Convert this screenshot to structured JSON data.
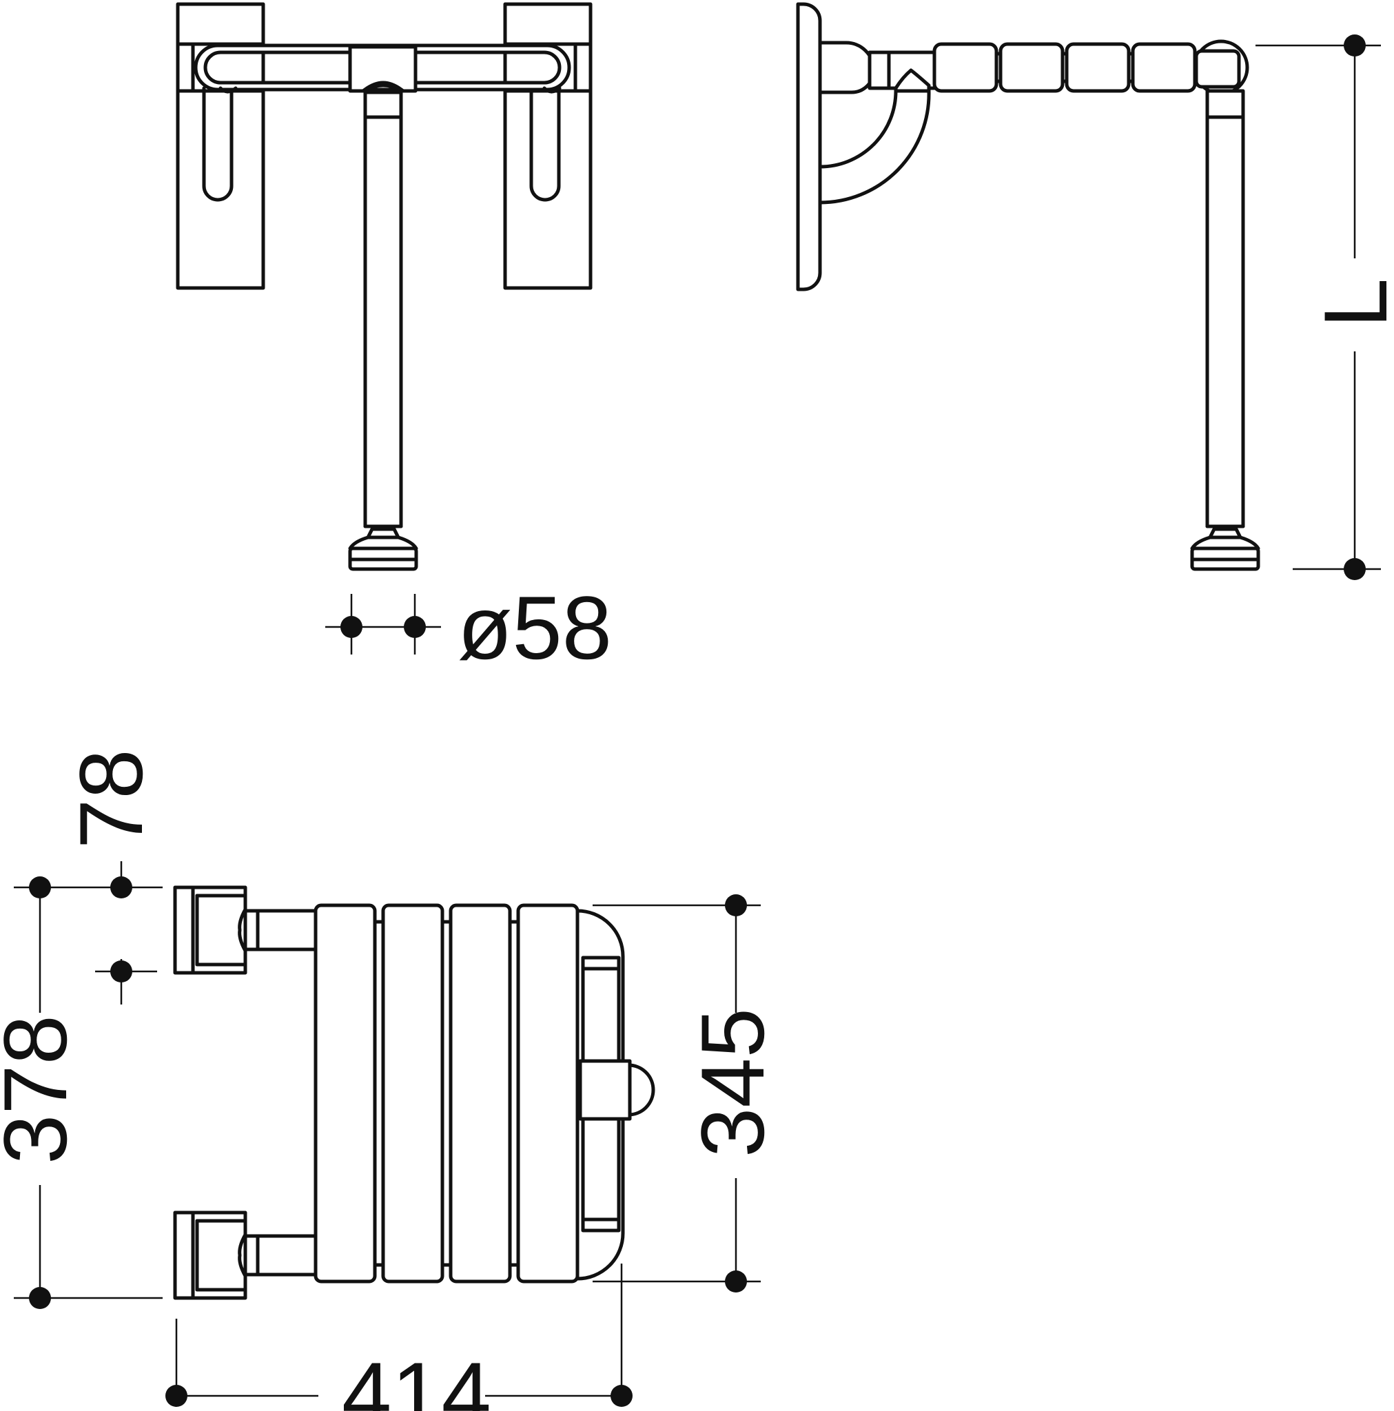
{
  "drawing": {
    "views": [
      "front-view",
      "side-view",
      "top-view"
    ],
    "line_color": "#111111",
    "background": "#ffffff"
  },
  "dimensions": {
    "leg_diameter": "ø58",
    "length": "L",
    "bracket_offset": "78",
    "overall_depth": "378",
    "seat_depth": "345",
    "overall_width": "414"
  }
}
